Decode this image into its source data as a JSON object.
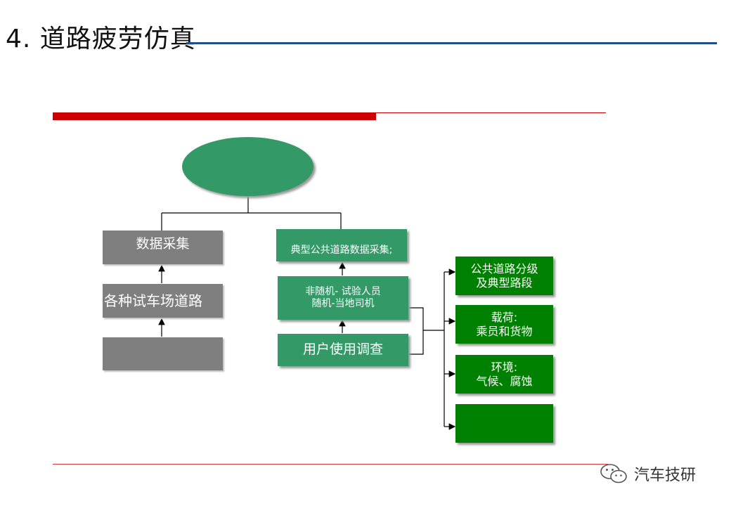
{
  "slide": {
    "title": "4. 道路疲劳仿真"
  },
  "diagram": {
    "root_label": "",
    "left_branch": {
      "top": "数据采集",
      "middle": "各种试车场道路",
      "bottom": ""
    },
    "right_branch": {
      "top": "典型公共道路数据采集;",
      "middle_line1": "非随机- 试验人员",
      "middle_line2": "随机-当地司机",
      "bottom": "用户使用调查"
    },
    "survey_items": [
      {
        "line1": "公共道路分级",
        "line2": "及典型路段"
      },
      {
        "line1": "载荷:",
        "line2": "乘员和货物"
      },
      {
        "line1": "环境:",
        "line2": "气候、腐蚀"
      },
      {
        "line1": "",
        "line2": ""
      }
    ]
  },
  "watermark": {
    "text": "汽车技研",
    "icon": "wechat-icon"
  },
  "colors": {
    "green_light": "#339966",
    "green_dark": "#008000",
    "gray": "#7f7f7f",
    "red": "#cc0000",
    "blue": "#1f4e8c"
  }
}
